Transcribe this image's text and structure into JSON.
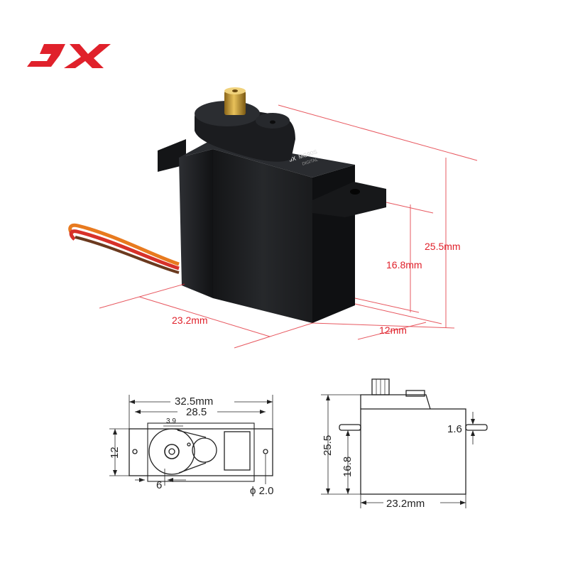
{
  "brand": {
    "logo_text": "JX",
    "color": "#e0212b"
  },
  "product_label": {
    "brand": "JX",
    "model": "MG90S",
    "sub": "DIGITAL"
  },
  "photo_dimensions": {
    "overall_height": "25.5mm",
    "body_height": "16.8mm",
    "width": "23.2mm",
    "depth": "12mm",
    "color": "#e0212b"
  },
  "top_view": {
    "overall_length": "32.5mm",
    "hole_spacing": "28.5",
    "gear_offset": "3.9",
    "depth": "12",
    "spline_offset": "6",
    "hole_diameter": "ϕ 2.0"
  },
  "side_view": {
    "overall_height": "25.5",
    "body_height": "16.8",
    "tab_thickness": "1.6",
    "width": "23.2mm"
  },
  "colors": {
    "servo_body": "#1f2022",
    "servo_edge": "#3a3c40",
    "gear": "#c9982c",
    "wire_orange": "#e87a1f",
    "wire_red": "#d7312a",
    "wire_brown": "#6b3a1f",
    "drawing_line": "#222222"
  }
}
